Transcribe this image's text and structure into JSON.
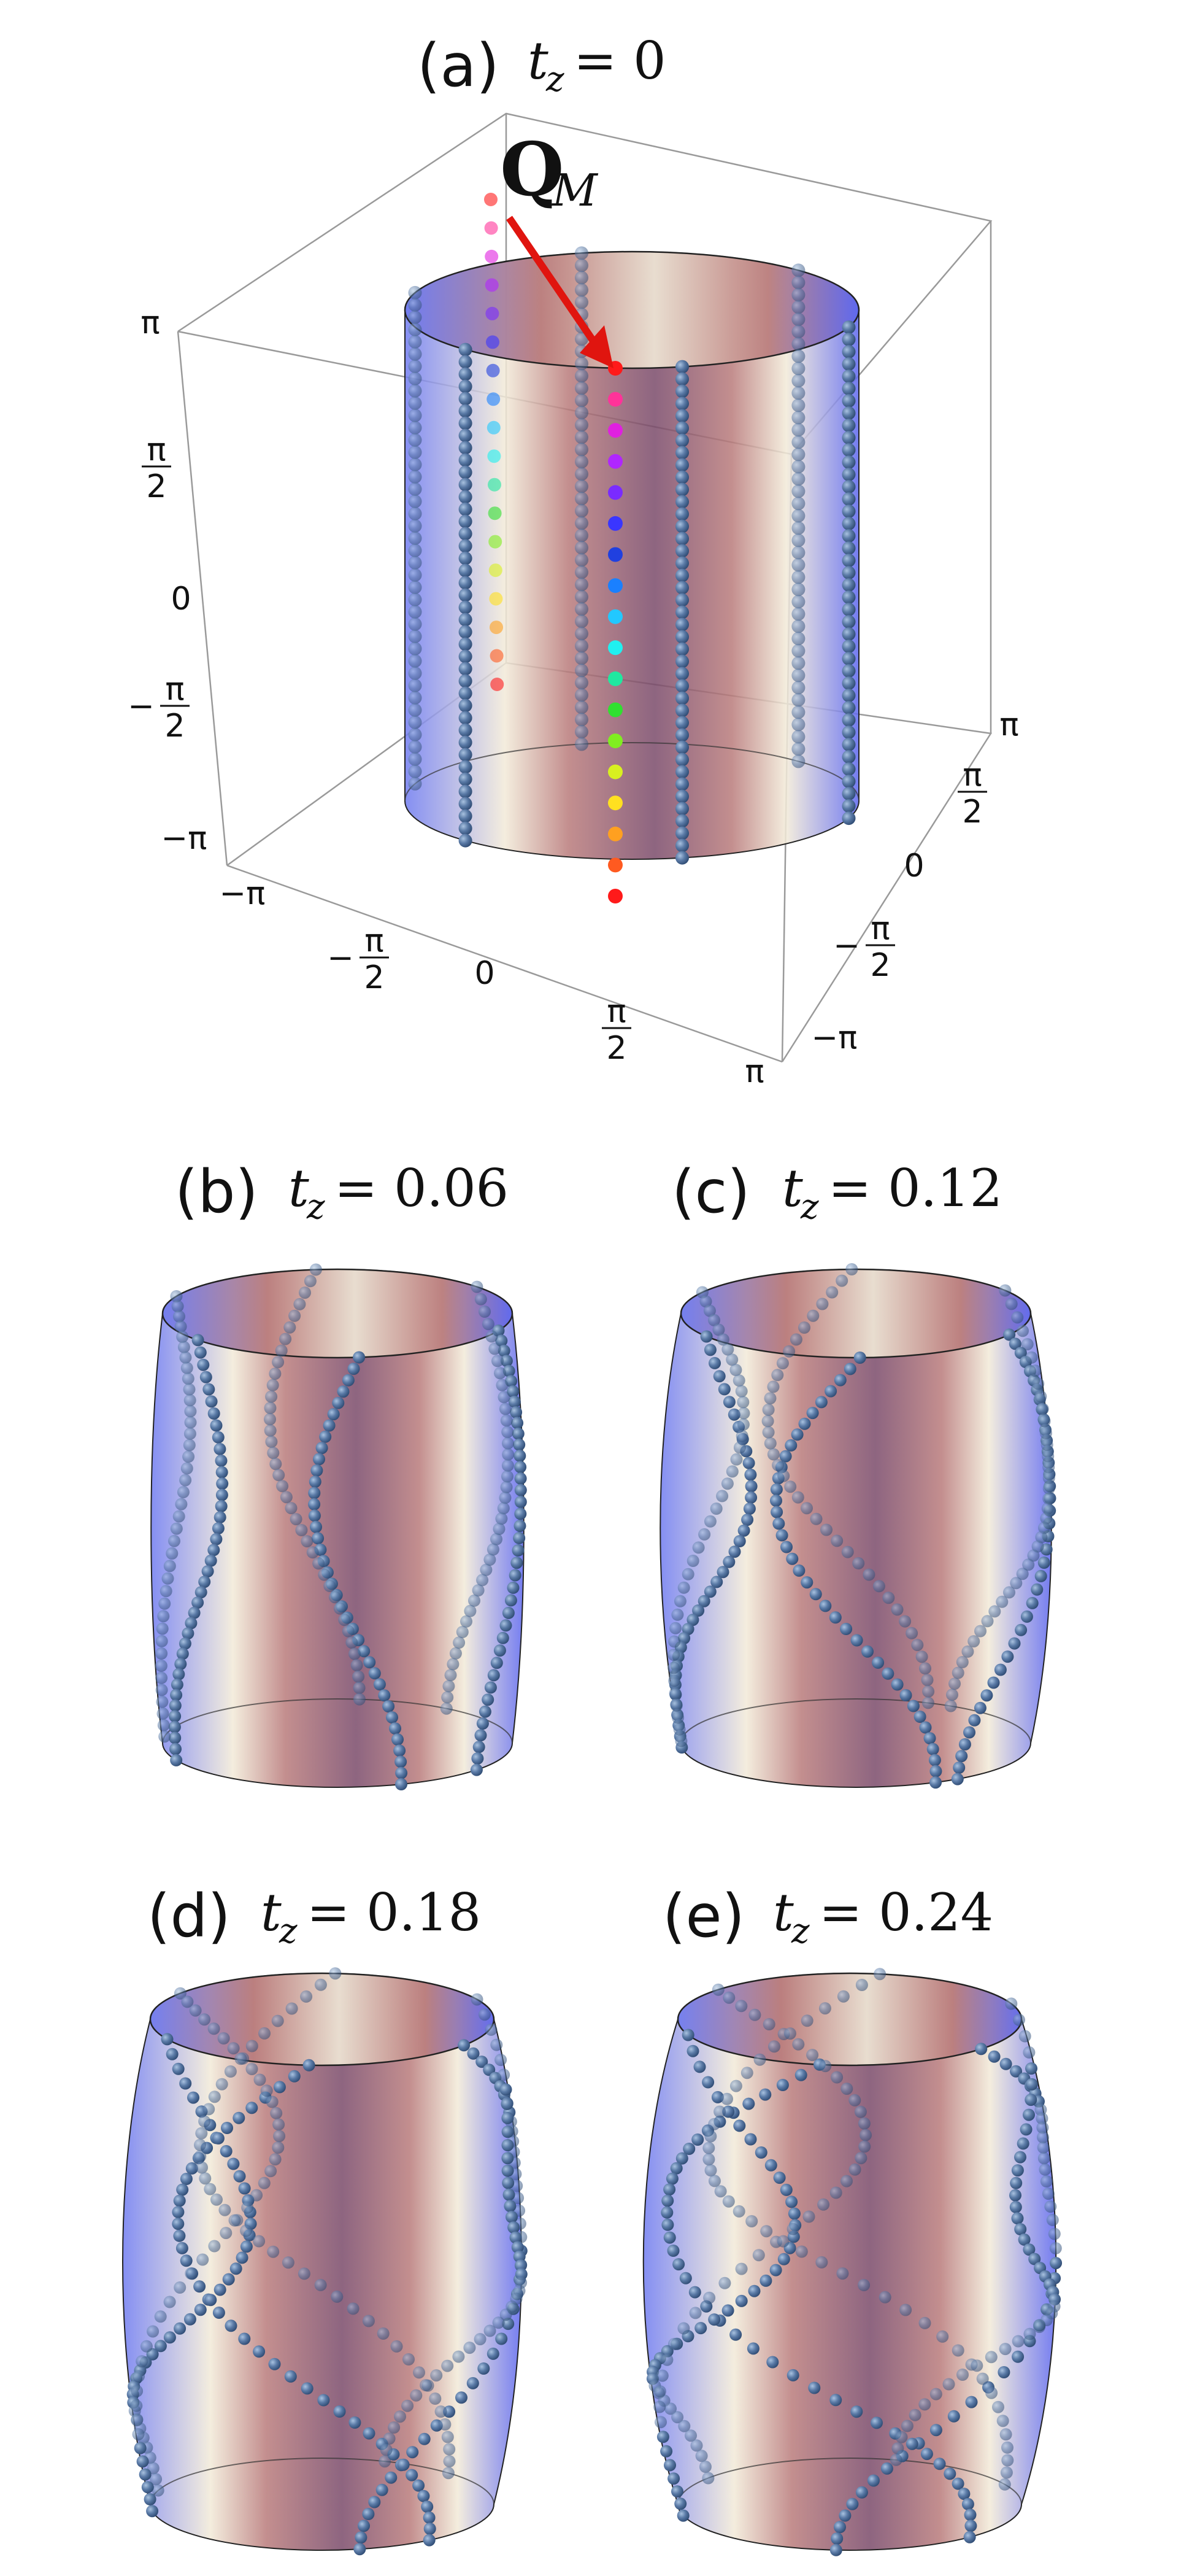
{
  "panels": [
    {
      "id": "a",
      "tag": "(a)",
      "t_var": "t",
      "t_sub": "z",
      "eq": "= 0"
    },
    {
      "id": "b",
      "tag": "(b)",
      "t_var": "t",
      "t_sub": "z",
      "eq": "= 0.06"
    },
    {
      "id": "c",
      "tag": "(c)",
      "t_var": "t",
      "t_sub": "z",
      "eq": "= 0.12"
    },
    {
      "id": "d",
      "tag": "(d)",
      "t_var": "t",
      "t_sub": "z",
      "eq": "= 0.18"
    },
    {
      "id": "e",
      "tag": "(e)",
      "t_var": "t",
      "t_sub": "z",
      "eq": "= 0.24"
    }
  ],
  "vector_label": {
    "bold": "Q",
    "sub": "M"
  },
  "axis_ticks": {
    "vertical": [
      {
        "minus": "",
        "num": "π",
        "den": ""
      },
      {
        "minus": "",
        "num": "π",
        "den": "2"
      },
      {
        "minus": "",
        "num": "0",
        "den": ""
      },
      {
        "minus": "−",
        "num": "π",
        "den": "2"
      },
      {
        "minus": "−",
        "num": "π",
        "den": ""
      }
    ],
    "front": [
      {
        "minus": "−",
        "num": "π",
        "den": ""
      },
      {
        "minus": "−",
        "num": "π",
        "den": "2"
      },
      {
        "minus": "",
        "num": "0",
        "den": ""
      },
      {
        "minus": "",
        "num": "π",
        "den": "2"
      },
      {
        "minus": "",
        "num": "π",
        "den": ""
      }
    ],
    "side": [
      {
        "minus": "",
        "num": "π",
        "den": ""
      },
      {
        "minus": "",
        "num": "π",
        "den": "2"
      },
      {
        "minus": "",
        "num": "0",
        "den": ""
      },
      {
        "minus": "−",
        "num": "π",
        "den": "2"
      },
      {
        "minus": "−",
        "num": "π",
        "den": ""
      }
    ]
  },
  "colors": {
    "surface_gradient": [
      "#6f7bf0",
      "#f2ead8",
      "#b97b7b",
      "#7a4a6a",
      "#b97b7b",
      "#f2ead8",
      "#5c66ee"
    ],
    "dot": "#4f6f9c",
    "arrow": "#e0150f",
    "rainbow": [
      "#ff1a1a",
      "#ff3399",
      "#e020e0",
      "#b026ff",
      "#7a2bff",
      "#3a36ff",
      "#2040e0",
      "#1a80ff",
      "#22c8ff",
      "#20f0f0",
      "#20e8a0",
      "#30e030",
      "#80ee20",
      "#d8f020",
      "#ffe020",
      "#ffa020",
      "#ff5a20",
      "#ff1a1a"
    ]
  }
}
